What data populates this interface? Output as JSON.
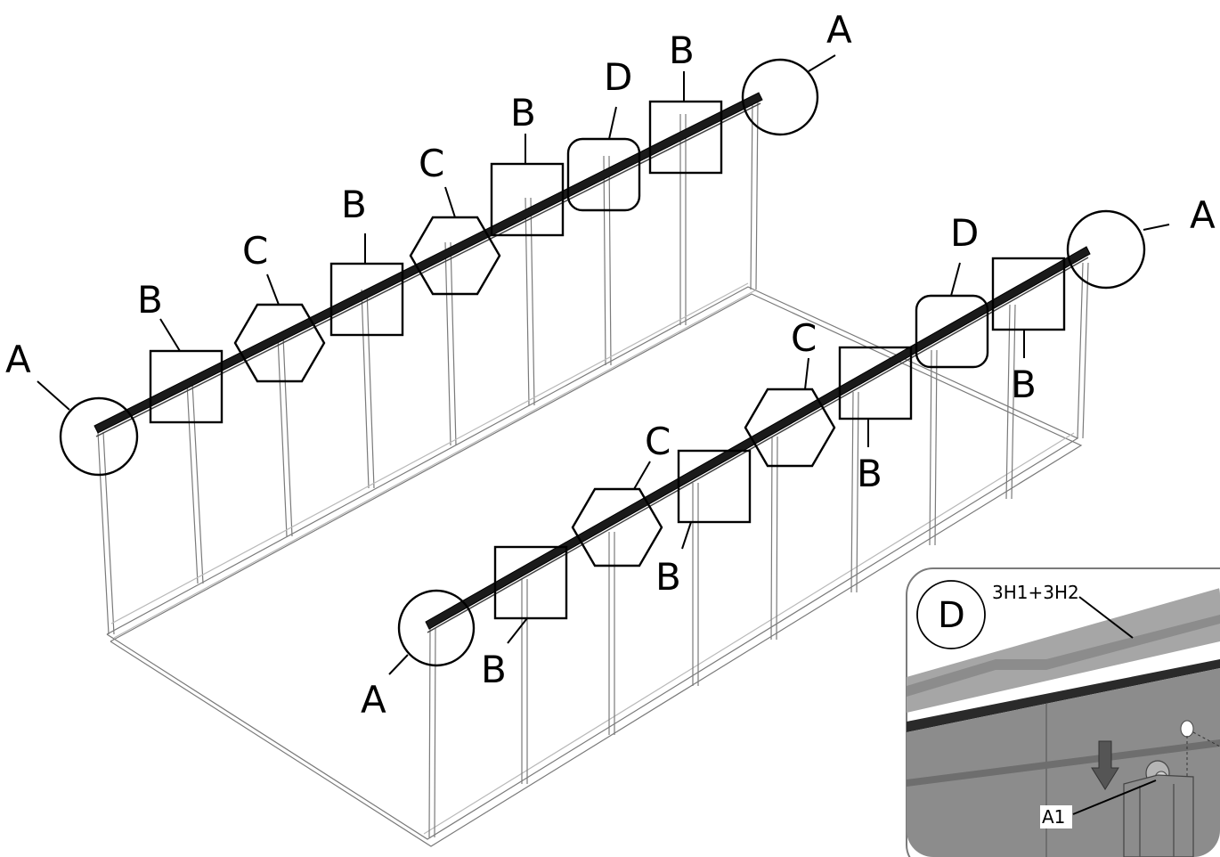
{
  "labels": {
    "a": "A",
    "b": "B",
    "c": "C",
    "d": "D"
  },
  "detail": {
    "badge": "D",
    "part_top": "3H1+3H2",
    "part_bottom": "A1"
  },
  "colors": {
    "line": "#000000",
    "frame": "#7a7a7a",
    "panel_bg": "#ffffff",
    "profile_dark": "#6e6e6e",
    "profile_mid": "#8c8c8c",
    "profile_light": "#a6a6a6"
  }
}
